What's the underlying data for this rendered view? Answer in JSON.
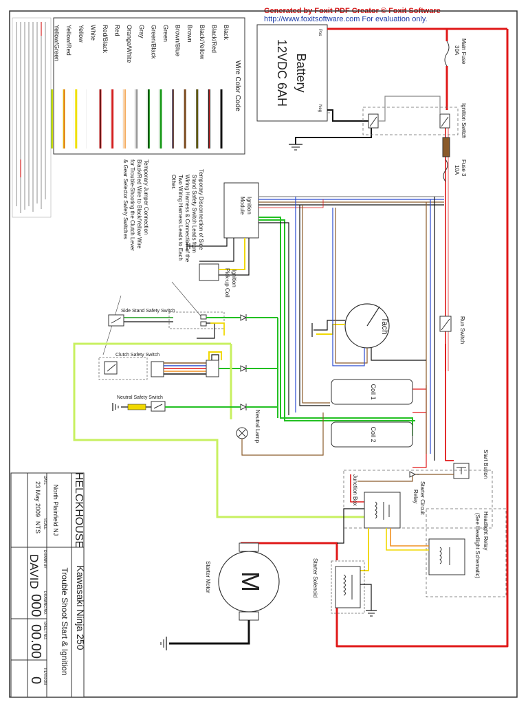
{
  "watermark": {
    "line1": "Generated by Foxit PDF Creator © Foxit Software",
    "line2": "http://www.foxitsoftware.com   For evaluation only."
  },
  "battery": {
    "label": "Battery",
    "spec": "12VDC 6AH",
    "pos": "Pos",
    "neg": "Neg"
  },
  "fuses": {
    "main_line1": "Main Fuse",
    "main_line2": "30A",
    "fuse3_line1": "Fuse 3",
    "fuse3_line2": "10A"
  },
  "switches": {
    "ignition": "Ignition Switch",
    "run": "Run Switch",
    "start": "Start Button",
    "side_stand": "Side Stand Safety Switch",
    "clutch": "Clutch Safety Switch",
    "neutral": "Neutral Safety Switch"
  },
  "components": {
    "ignition_module_line1": "Ignition",
    "ignition_module_line2": "Module",
    "pickup_line1": "Ignition",
    "pickup_line2": "Pick-up Coil",
    "tach": "Tach",
    "coil1": "Coil 1",
    "coil2": "Coil 2",
    "neutral_lamp": "Neutral Lamp",
    "junction_box": "Junction Box",
    "starter_circuit_relay_line1": "Starter Circuit",
    "starter_circuit_relay_line2": "Relay",
    "headlight_relay_line1": "Headlight Relay",
    "headlight_relay_line2": "(See Headlight Schematic)",
    "starter_solenoid": "Starter Solenoid",
    "starter_motor": "Starter Motor",
    "motor_symbol": "M"
  },
  "notes": {
    "note1": [
      "Temporary Disconnection of Side",
      "Stand Safety Switch Leads from",
      "Wiring Harness & Connection of the",
      "Two Wiring Harness Leads to Each",
      "Other."
    ],
    "note2": [
      "Temporary Jumper Connection",
      "Black/Red Wire to Black/Yellow Wire",
      "for Trouble-Shooting the Clutch Lever",
      "& Gear Selector Safety Switches"
    ]
  },
  "wire_color_code": {
    "title": "Wire Color Code",
    "entries": [
      {
        "name": "Black",
        "colors": [
          "#111111"
        ]
      },
      {
        "name": "Black/Red",
        "colors": [
          "#111111",
          "#d42020"
        ]
      },
      {
        "name": "Black/Yellow",
        "colors": [
          "#111111",
          "#e8d400"
        ]
      },
      {
        "name": "Brown",
        "colors": [
          "#7a4a1e"
        ]
      },
      {
        "name": "Brown/Blue",
        "colors": [
          "#7a4a1e",
          "#2a4ad0"
        ]
      },
      {
        "name": "Green",
        "colors": [
          "#1a9a1a"
        ]
      },
      {
        "name": "Green/Black",
        "colors": [
          "#1a9a1a",
          "#111111"
        ]
      },
      {
        "name": "Gray",
        "colors": [
          "#9a9a9a"
        ]
      },
      {
        "name": "Orange/White",
        "colors": [
          "#f08a20",
          "#ffffff"
        ]
      },
      {
        "name": "Red",
        "colors": [
          "#d42020"
        ]
      },
      {
        "name": "Red/Black",
        "colors": [
          "#d42020",
          "#111111"
        ]
      },
      {
        "name": "White",
        "colors": [
          "#ffffff"
        ]
      },
      {
        "name": "Yellow",
        "colors": [
          "#f0e000"
        ]
      },
      {
        "name": "Yellow/Red",
        "colors": [
          "#f0e000",
          "#d42020"
        ]
      },
      {
        "name": "Yellow/Green",
        "colors": [
          "#f0e000",
          "#3ac03a"
        ]
      }
    ]
  },
  "title_block": {
    "company": "HELCKHOUSE",
    "location": "North Plainfield NJ",
    "date_label": "DATE",
    "date": "23 May 2009",
    "scale_label": "SCALE",
    "scale": "NTS",
    "drawn_by_label": "DRAWN BY",
    "drawn_by": "DAVID",
    "title_line1": "Kawasaki Ninja 250",
    "title_line2": "Trouble Shoot Start & Ignition",
    "drawing_no_label": "DRAWING NO.",
    "drawing_no": "000",
    "sheet_label": "SHEET NO.",
    "sheet_no": "00.00",
    "revision_label": "REVISION",
    "revision": "0"
  },
  "colors": {
    "red": "#e01818",
    "black": "#111111",
    "green": "#22c022",
    "yellow_green": "#c8f060",
    "yellow": "#f0d800",
    "orange": "#f09020",
    "brown": "#8a5a2a",
    "blue": "#2a4ad0",
    "gray": "#8a8a8a",
    "border": "#333333"
  }
}
